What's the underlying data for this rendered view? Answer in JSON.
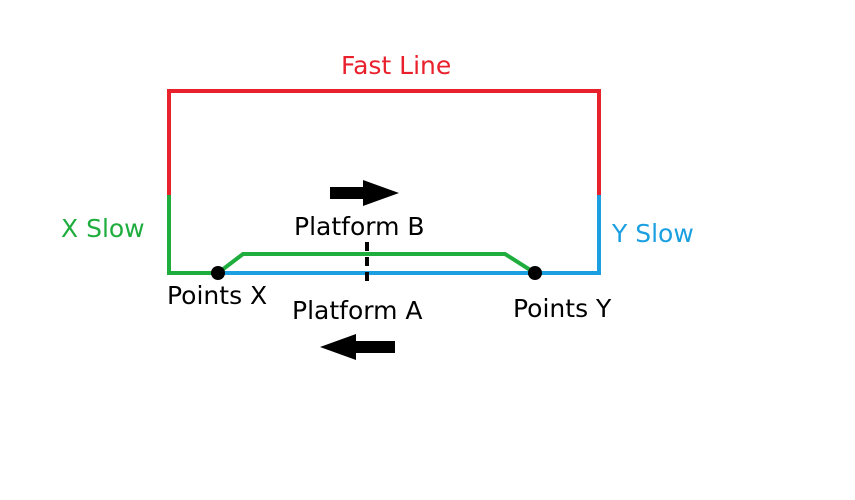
{
  "labels": {
    "fast_line": "Fast Line",
    "x_slow": "X Slow",
    "y_slow": "Y Slow",
    "platform_b": "Platform B",
    "platform_a": "Platform A",
    "points_x": "Points X",
    "points_y": "Points Y"
  },
  "colors": {
    "fast_line": "#e8212c",
    "x_slow": "#1fad3e",
    "y_slow": "#1a9fe0",
    "text": "#000000"
  }
}
